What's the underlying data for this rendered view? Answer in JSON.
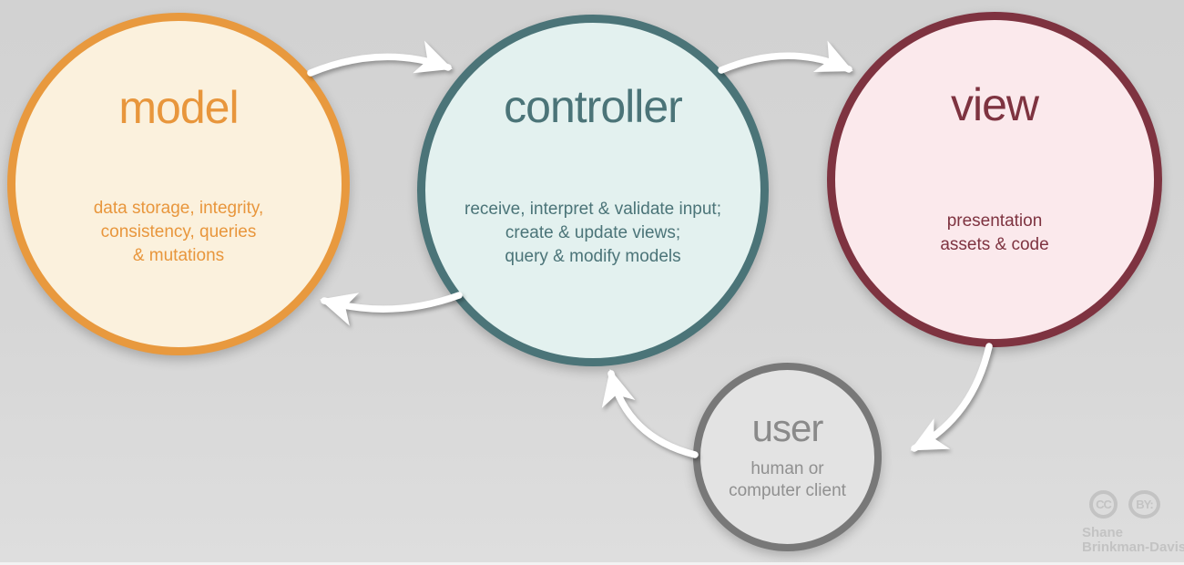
{
  "background": {
    "gradient_top": "#d2d2d2",
    "gradient_bottom": "#dedede"
  },
  "nodes": {
    "model": {
      "title": "model",
      "description_lines": [
        "data storage, integrity,",
        "consistency, queries",
        "& mutations"
      ],
      "border_color": "#e8993e",
      "fill_color": "#fbf1dd",
      "text_color": "#e8963c"
    },
    "controller": {
      "title": "controller",
      "description_lines": [
        "receive, interpret & validate input;",
        "create & update views;",
        "query & modify models"
      ],
      "border_color": "#4b7478",
      "fill_color": "#e3f1ef",
      "text_color": "#4b7478"
    },
    "view": {
      "title": "view",
      "description_lines": [
        "presentation",
        "assets & code"
      ],
      "border_color": "#7e3340",
      "fill_color": "#fbe9ec",
      "text_color": "#7e3340"
    },
    "user": {
      "title": "user",
      "description_lines": [
        "human or",
        "computer client"
      ],
      "border_color": "#787878",
      "fill_color": "#e3e3e3",
      "text_color": "#8a8a8a"
    }
  },
  "arrows": {
    "color": "#ffffff",
    "links": [
      {
        "from": "model",
        "to": "controller"
      },
      {
        "from": "controller",
        "to": "view"
      },
      {
        "from": "controller",
        "to": "model"
      },
      {
        "from": "view",
        "to": "user"
      },
      {
        "from": "user",
        "to": "controller"
      }
    ]
  },
  "attribution": {
    "cc_badge": "CC",
    "by_badge": "BY:",
    "author_line1": "Shane",
    "author_line2": "Brinkman-Davis",
    "color": "#c3c3c3"
  }
}
